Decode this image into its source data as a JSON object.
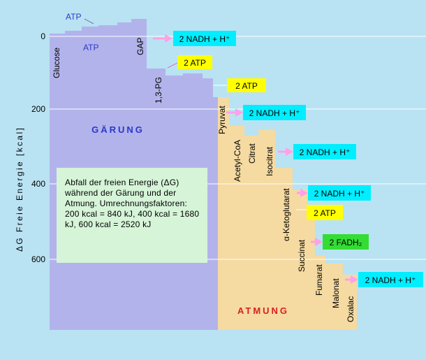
{
  "axis": {
    "label": "ΔG Freie Energie [kcal]",
    "ticks": [
      "0",
      "200",
      "400",
      "600"
    ],
    "tick_values": [
      0,
      200,
      400,
      600
    ]
  },
  "regions": {
    "fermentation": "GÄRUNG",
    "respiration": "ATMUNG"
  },
  "caption": "Abfall der freien Energie (ΔG) während der Gärung und der Atmung. Umrechnungsfaktoren: 200 kcal = 840 kJ, 400 kcal = 1680 kJ, 600 kcal = 2520 kJ",
  "top_labels": {
    "atp_left": "ATP",
    "atp_mid": "ATP"
  },
  "metabolites": {
    "glucose": "Glucose",
    "gap": "GAP",
    "pg": "1,3-PG",
    "pyruvat": "Pyruvat",
    "acetyl_coa": "Acetyl-CoA",
    "citrat": "Citrat",
    "isocitrat": "Isocitrat",
    "ketoglutarat": "α-Ketoglutarat",
    "succinat": "Succinat",
    "fumarat": "Fumarat",
    "malonat": "Malonat",
    "oxalac": "Oxalac"
  },
  "products": {
    "p1": "2 NADH + H⁺",
    "p2": "2 ATP",
    "p3": "2 ATP",
    "p4": "2 NADH + H⁺",
    "p5": "2 NADH + H⁺",
    "p6": "2 NADH + H⁺",
    "p7": "2 ATP",
    "p8": "2 FADH₂",
    "p9": "2 NADH + H⁺"
  },
  "colors": {
    "background": "#b9e3f3",
    "fermentation": "#b3b3ec",
    "respiration": "#f5daa1",
    "nadh_box": "#00eeff",
    "atp_box": "#ffff00",
    "fadh_box": "#33dd33",
    "arrow": "#ffa0e8",
    "fermentation_text": "#2a38c8",
    "respiration_text": "#d82020",
    "atp_text": "#2a38c8"
  }
}
